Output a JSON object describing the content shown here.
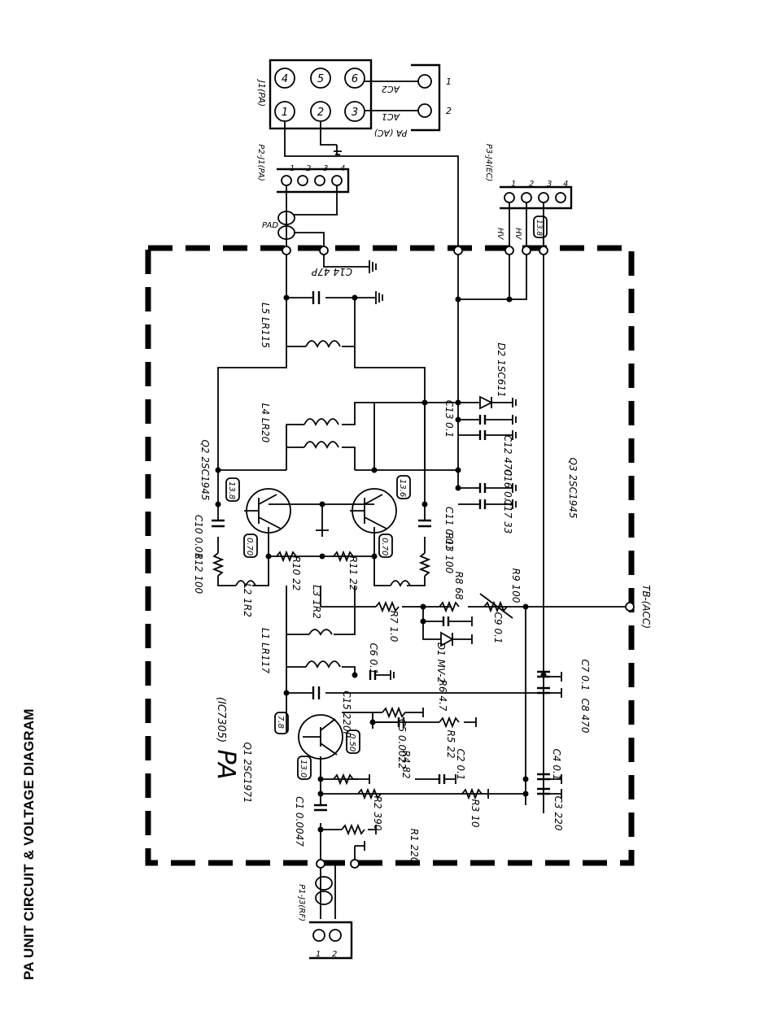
{
  "title": "PA UNIT CIRCUIT & VOLTAGE DIAGRAM",
  "unit_label": "PA",
  "unit_part": "(IC7305)",
  "labels": {
    "j1": "J1(PA)",
    "ac2": "AC2",
    "ac1": "AC1",
    "pa_ac": "PA (AC)",
    "p2": "P2-J1(PA)",
    "pad": "PAD",
    "p3": "P3-J4(EC)",
    "hv1": "HV",
    "hv2": "HV",
    "v13_8": "13.8",
    "p1": "P1-J3(RF)",
    "tb": "TB-(ACC)",
    "q1": "Q1 2SC1971",
    "q2": "Q2 2SC1945",
    "q3": "Q3 2SC1945",
    "d1": "D1 MV-2",
    "d2": "D2 1SC611",
    "r1": "R1 220",
    "r2": "R2 390",
    "r3": "R3 10",
    "r4": "R4 82",
    "r5": "R5 22",
    "r6": "R6 4.7",
    "r7": "R7 1.0",
    "r8": "R8 68",
    "r9": "R9 100",
    "r10": "R10 22",
    "r11": "R11 22",
    "r12": "R12 100",
    "r13": "R13 100",
    "c1": "C1 0.0047",
    "c2": "C2 0.1",
    "c3": "C3 220",
    "c4": "C4 0.1",
    "c5": "C5 0.0022",
    "c6": "C6 0.1",
    "c7": "C7 0.1",
    "c8": "C8 470",
    "c9": "C9 0.1",
    "c10": "C10 0.01",
    "c11": "C11 0.01",
    "c12": "C12 470",
    "c13": "C13 0.1",
    "c14": "C14 47P",
    "c15": "C15 220P",
    "c16": "C16 0.1",
    "c17": "C17 33",
    "l1": "L1 LR117",
    "l2": "L2 1R2",
    "l3": "L3 1R2",
    "l4": "L4 LR20",
    "l5": "L5 LR115"
  },
  "connector_pins": {
    "j1": [
      "1",
      "2",
      "3",
      "4",
      "5",
      "6"
    ],
    "j1_ext": [
      "1",
      "2"
    ],
    "p2": [
      "1",
      "2",
      "3",
      "4"
    ],
    "p3": [
      "1",
      "2",
      "3",
      "4"
    ],
    "p1": [
      "1",
      "2"
    ]
  },
  "voltages": {
    "q1_collector": "7.8",
    "q1_base": "0.50",
    "q1_supply": "13.0",
    "q2_collector": "13.8",
    "q2_base": "0.70",
    "q2b_collector": "13.6",
    "q2b_base": "0.70"
  }
}
